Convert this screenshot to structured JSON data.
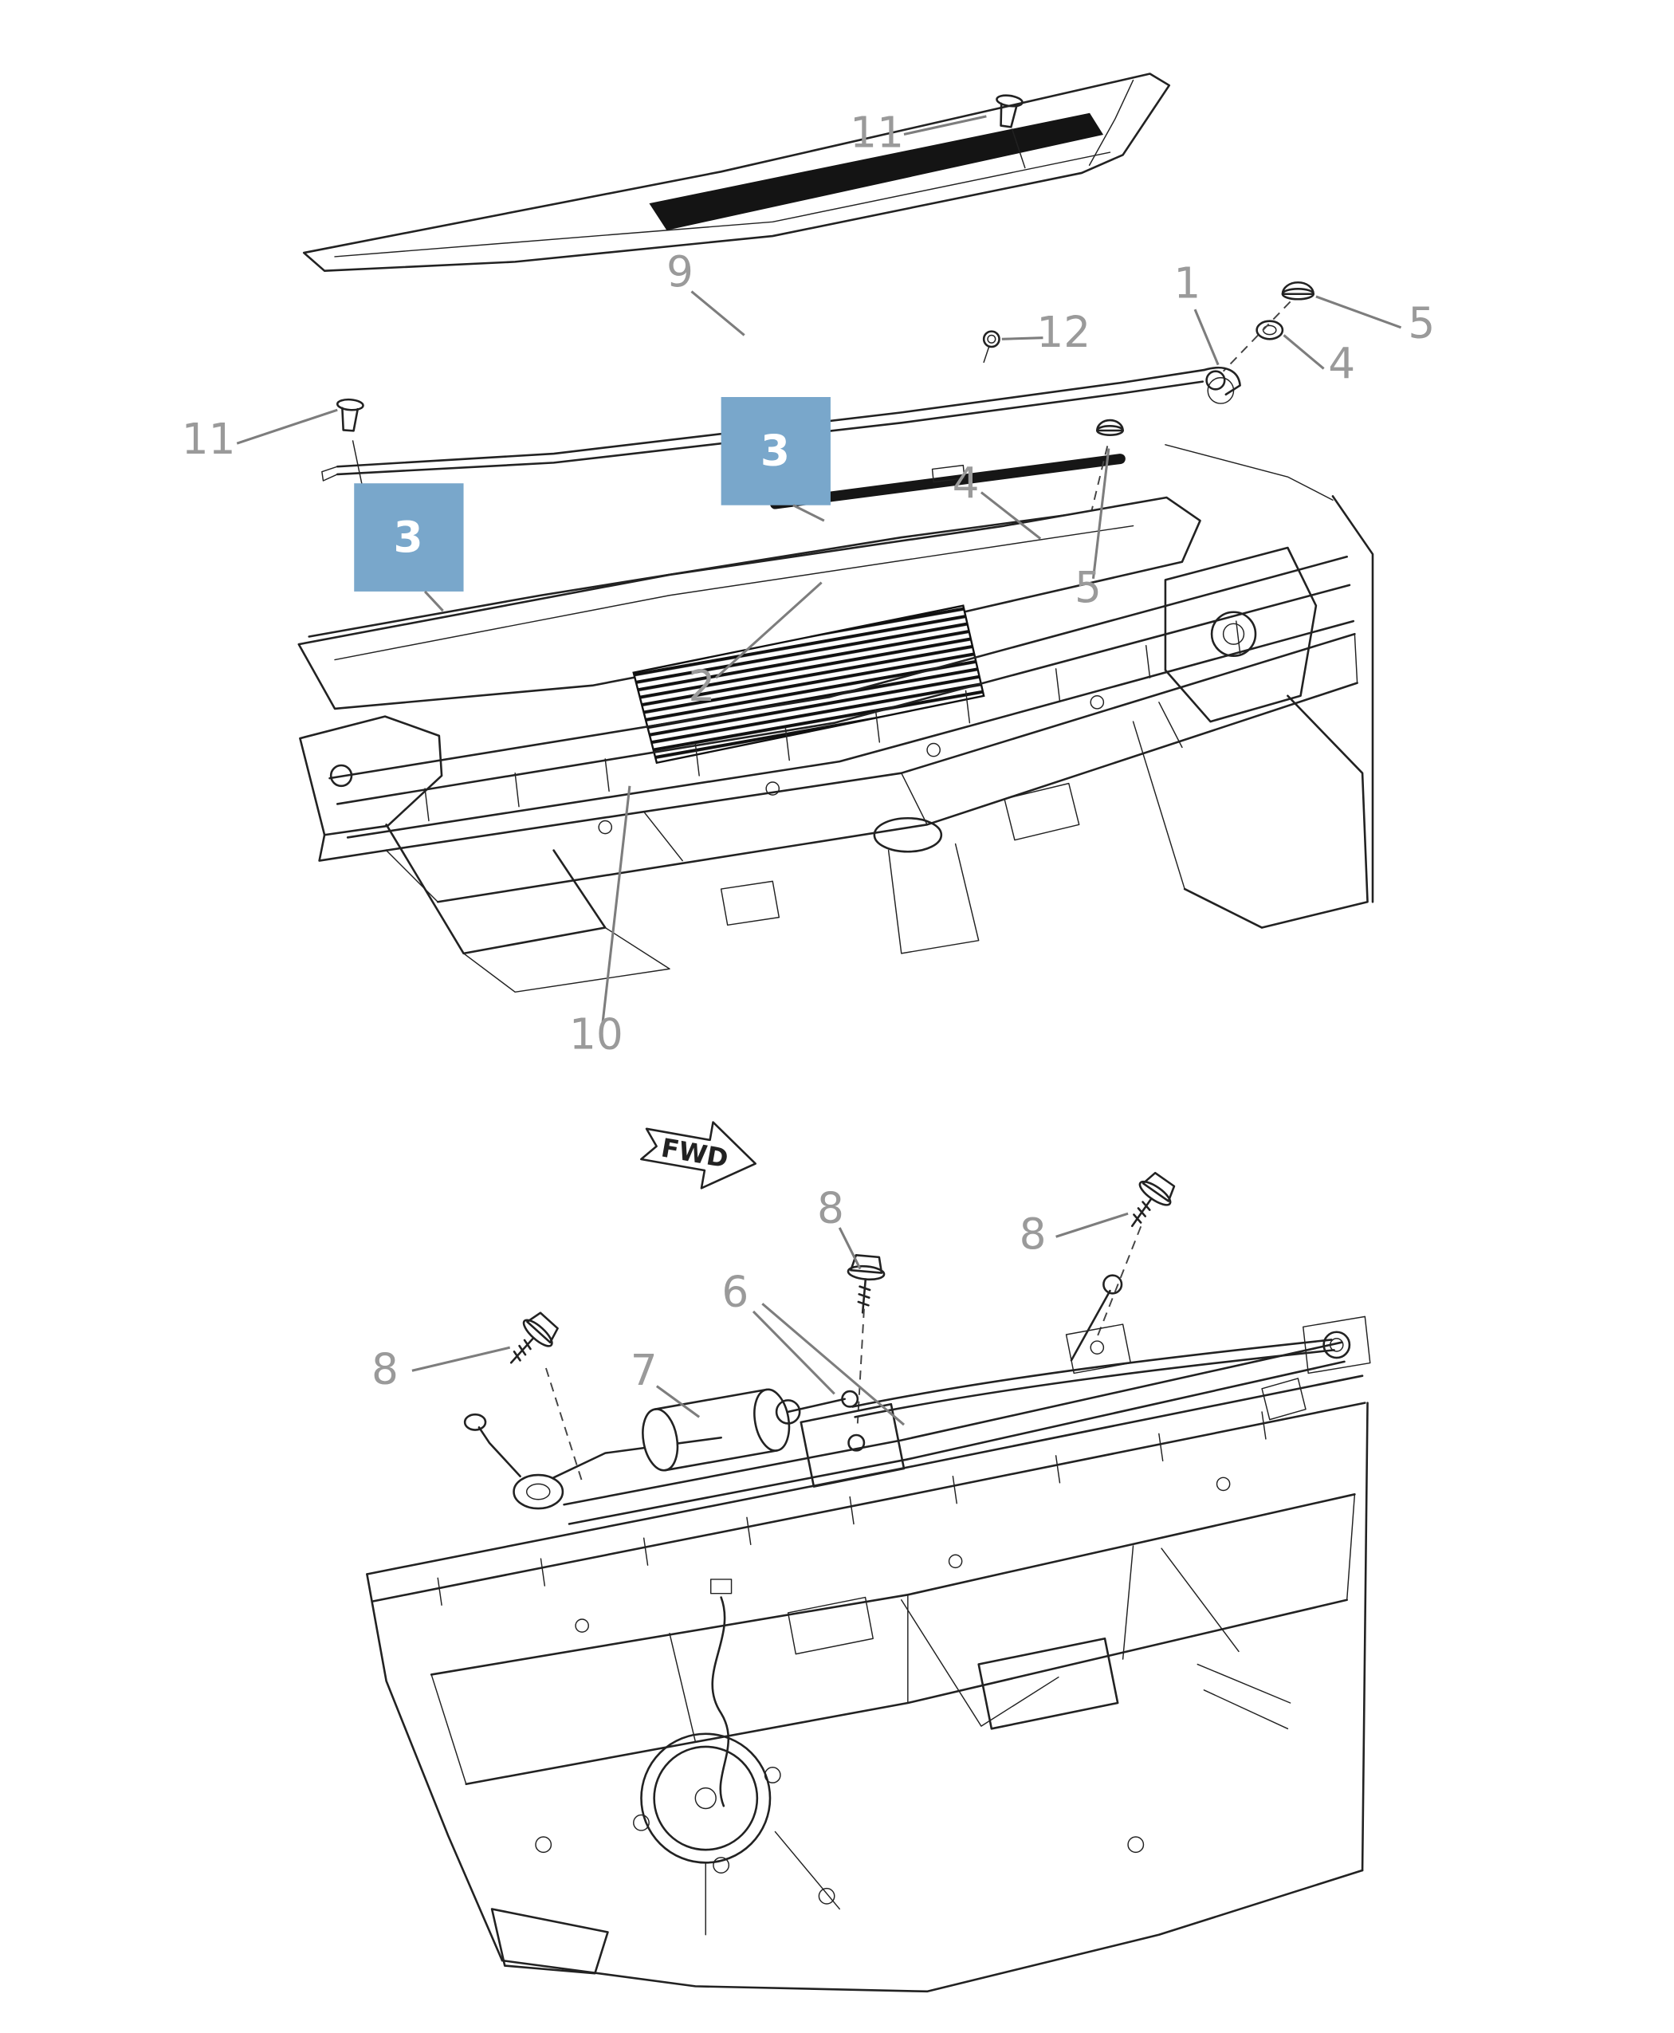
{
  "colors": {
    "highlight": "#79a7cb",
    "callout": "#9a9a9a"
  },
  "diagram": {
    "type": "exploded-parts-diagram",
    "subject": "windshield wiper and cowl assembly",
    "fwd_label": "FWD",
    "callouts": [
      {
        "id": "11-top",
        "label": "11",
        "highlighted": false
      },
      {
        "id": "9",
        "label": "9",
        "highlighted": false
      },
      {
        "id": "12",
        "label": "12",
        "highlighted": false
      },
      {
        "id": "1",
        "label": "1",
        "highlighted": false
      },
      {
        "id": "5-upper",
        "label": "5",
        "highlighted": false
      },
      {
        "id": "4-upper",
        "label": "4",
        "highlighted": false
      },
      {
        "id": "11-left",
        "label": "11",
        "highlighted": false
      },
      {
        "id": "3-upper",
        "label": "3",
        "highlighted": true
      },
      {
        "id": "4-mid",
        "label": "4",
        "highlighted": false
      },
      {
        "id": "3-left",
        "label": "3",
        "highlighted": true
      },
      {
        "id": "5-mid",
        "label": "5",
        "highlighted": false
      },
      {
        "id": "2",
        "label": "2",
        "highlighted": false
      },
      {
        "id": "10",
        "label": "10",
        "highlighted": false
      },
      {
        "id": "8-top",
        "label": "8",
        "highlighted": false
      },
      {
        "id": "8-right",
        "label": "8",
        "highlighted": false
      },
      {
        "id": "8-left",
        "label": "8",
        "highlighted": false
      },
      {
        "id": "6",
        "label": "6",
        "highlighted": false
      },
      {
        "id": "7",
        "label": "7",
        "highlighted": false
      }
    ]
  }
}
